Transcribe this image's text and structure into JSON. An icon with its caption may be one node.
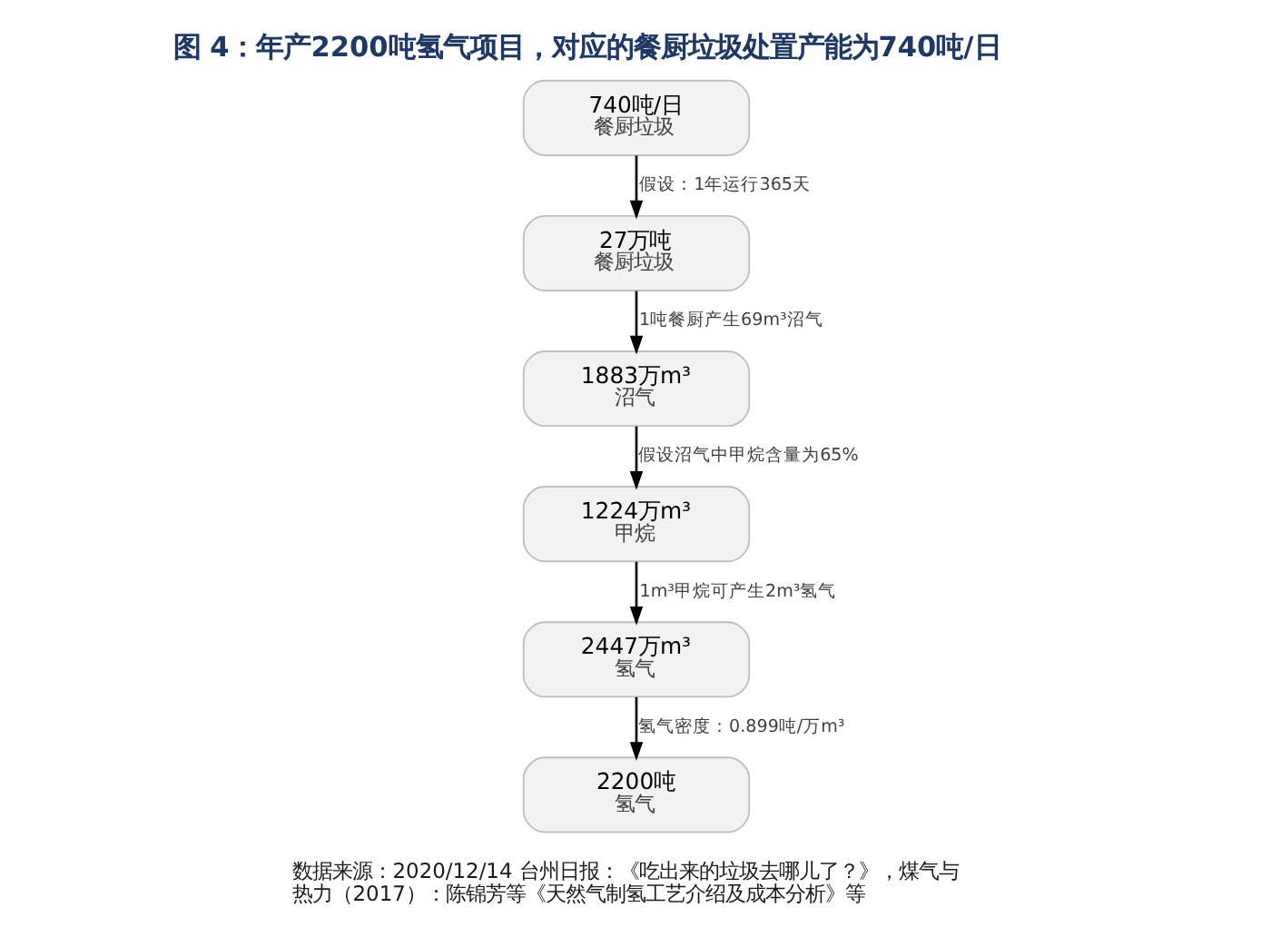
{
  "diagram": {
    "title": "图 4：年产2200吨氢气项目，对应的餐厨垃圾处置产能为740吨/日",
    "nodes": [
      {
        "text": [
          "740吨/日",
          "餐厨垃圾"
        ]
      },
      {
        "text": [
          "27万吨",
          "餐厨垃圾"
        ]
      },
      {
        "text": [
          "1883万m³",
          "沼气"
        ]
      },
      {
        "text": [
          "1224万m³",
          "甲烷"
        ]
      },
      {
        "text": [
          "2447万m³",
          "氢气"
        ]
      },
      {
        "text": [
          "2200吨",
          "氢气"
        ]
      }
    ],
    "edges": [
      {
        "from": 0,
        "to": 1,
        "arrow": "to",
        "label": "假设：1年运行365天"
      },
      {
        "from": 1,
        "to": 2,
        "arrow": "to",
        "label": "1吨餐厨产生69m³沼气"
      },
      {
        "from": 2,
        "to": 3,
        "arrow": "to",
        "label": "假设沼气中甲烷含量为65%"
      },
      {
        "from": 3,
        "to": 4,
        "arrow": "to",
        "label": "1m³甲烷可产生2m³氢气"
      },
      {
        "from": 4,
        "to": 5,
        "arrow": "to",
        "label": "氢气密度：0.899吨/万m³"
      }
    ],
    "labels": [
      "数据来源：2020/12/14 台州日报：《吃出来的垃圾去哪儿了？》，煤气与热力（2017）：陈锦芳等《天然气制氢工艺介绍及成本分析》等"
    ]
  }
}
